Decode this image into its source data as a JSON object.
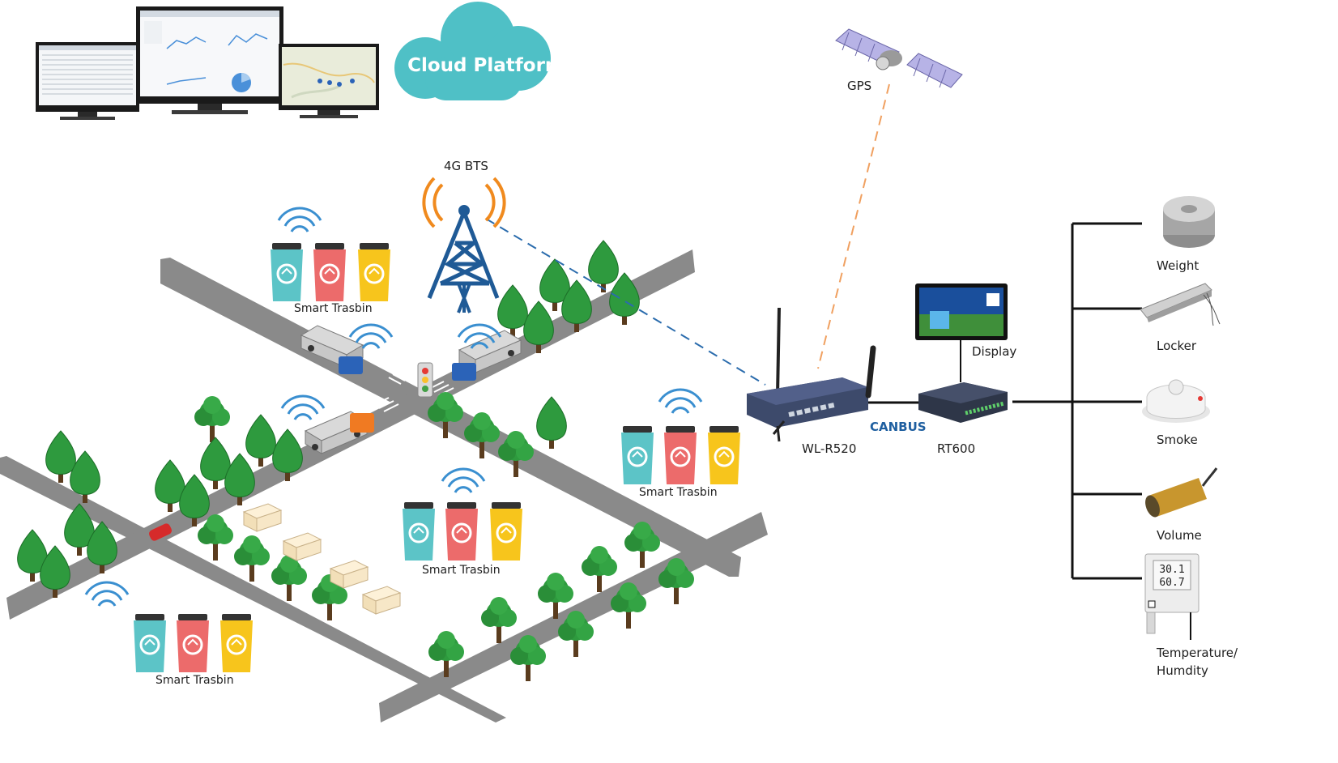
{
  "cloud": {
    "label": "Cloud Platform"
  },
  "gps": {
    "label": "GPS"
  },
  "bts": {
    "label": "4G BTS"
  },
  "bins": [
    {
      "label": "Smart Trasbin"
    },
    {
      "label": "Smart Trasbin"
    },
    {
      "label": "Smart Trasbin"
    },
    {
      "label": "Smart Trasbin"
    }
  ],
  "router": {
    "label": "WL-R520"
  },
  "bus": {
    "label": "CANBUS"
  },
  "controller": {
    "label": "RT600"
  },
  "display": {
    "label": "Display"
  },
  "sensors": [
    {
      "label": "Weight"
    },
    {
      "label": "Locker"
    },
    {
      "label": "Smoke"
    },
    {
      "label": "Volume"
    },
    {
      "label": "Temperature/"
    }
  ],
  "sensor_line2": "Humdity",
  "monitor_readout": {
    "line1": "30.1",
    "line2": "60.7"
  },
  "colors": {
    "cloud": "#4fc0c6",
    "tower": "#1f5a96",
    "signal": "#f08a1e",
    "road": "#8a8a8a",
    "tree": "#2e9a3e",
    "bin_teal": "#5cc4c7",
    "bin_red": "#ec6b6b",
    "bin_yellow": "#f7c51c",
    "wifi": "#3a8fd0",
    "bus_text": "#1f5fa0"
  }
}
